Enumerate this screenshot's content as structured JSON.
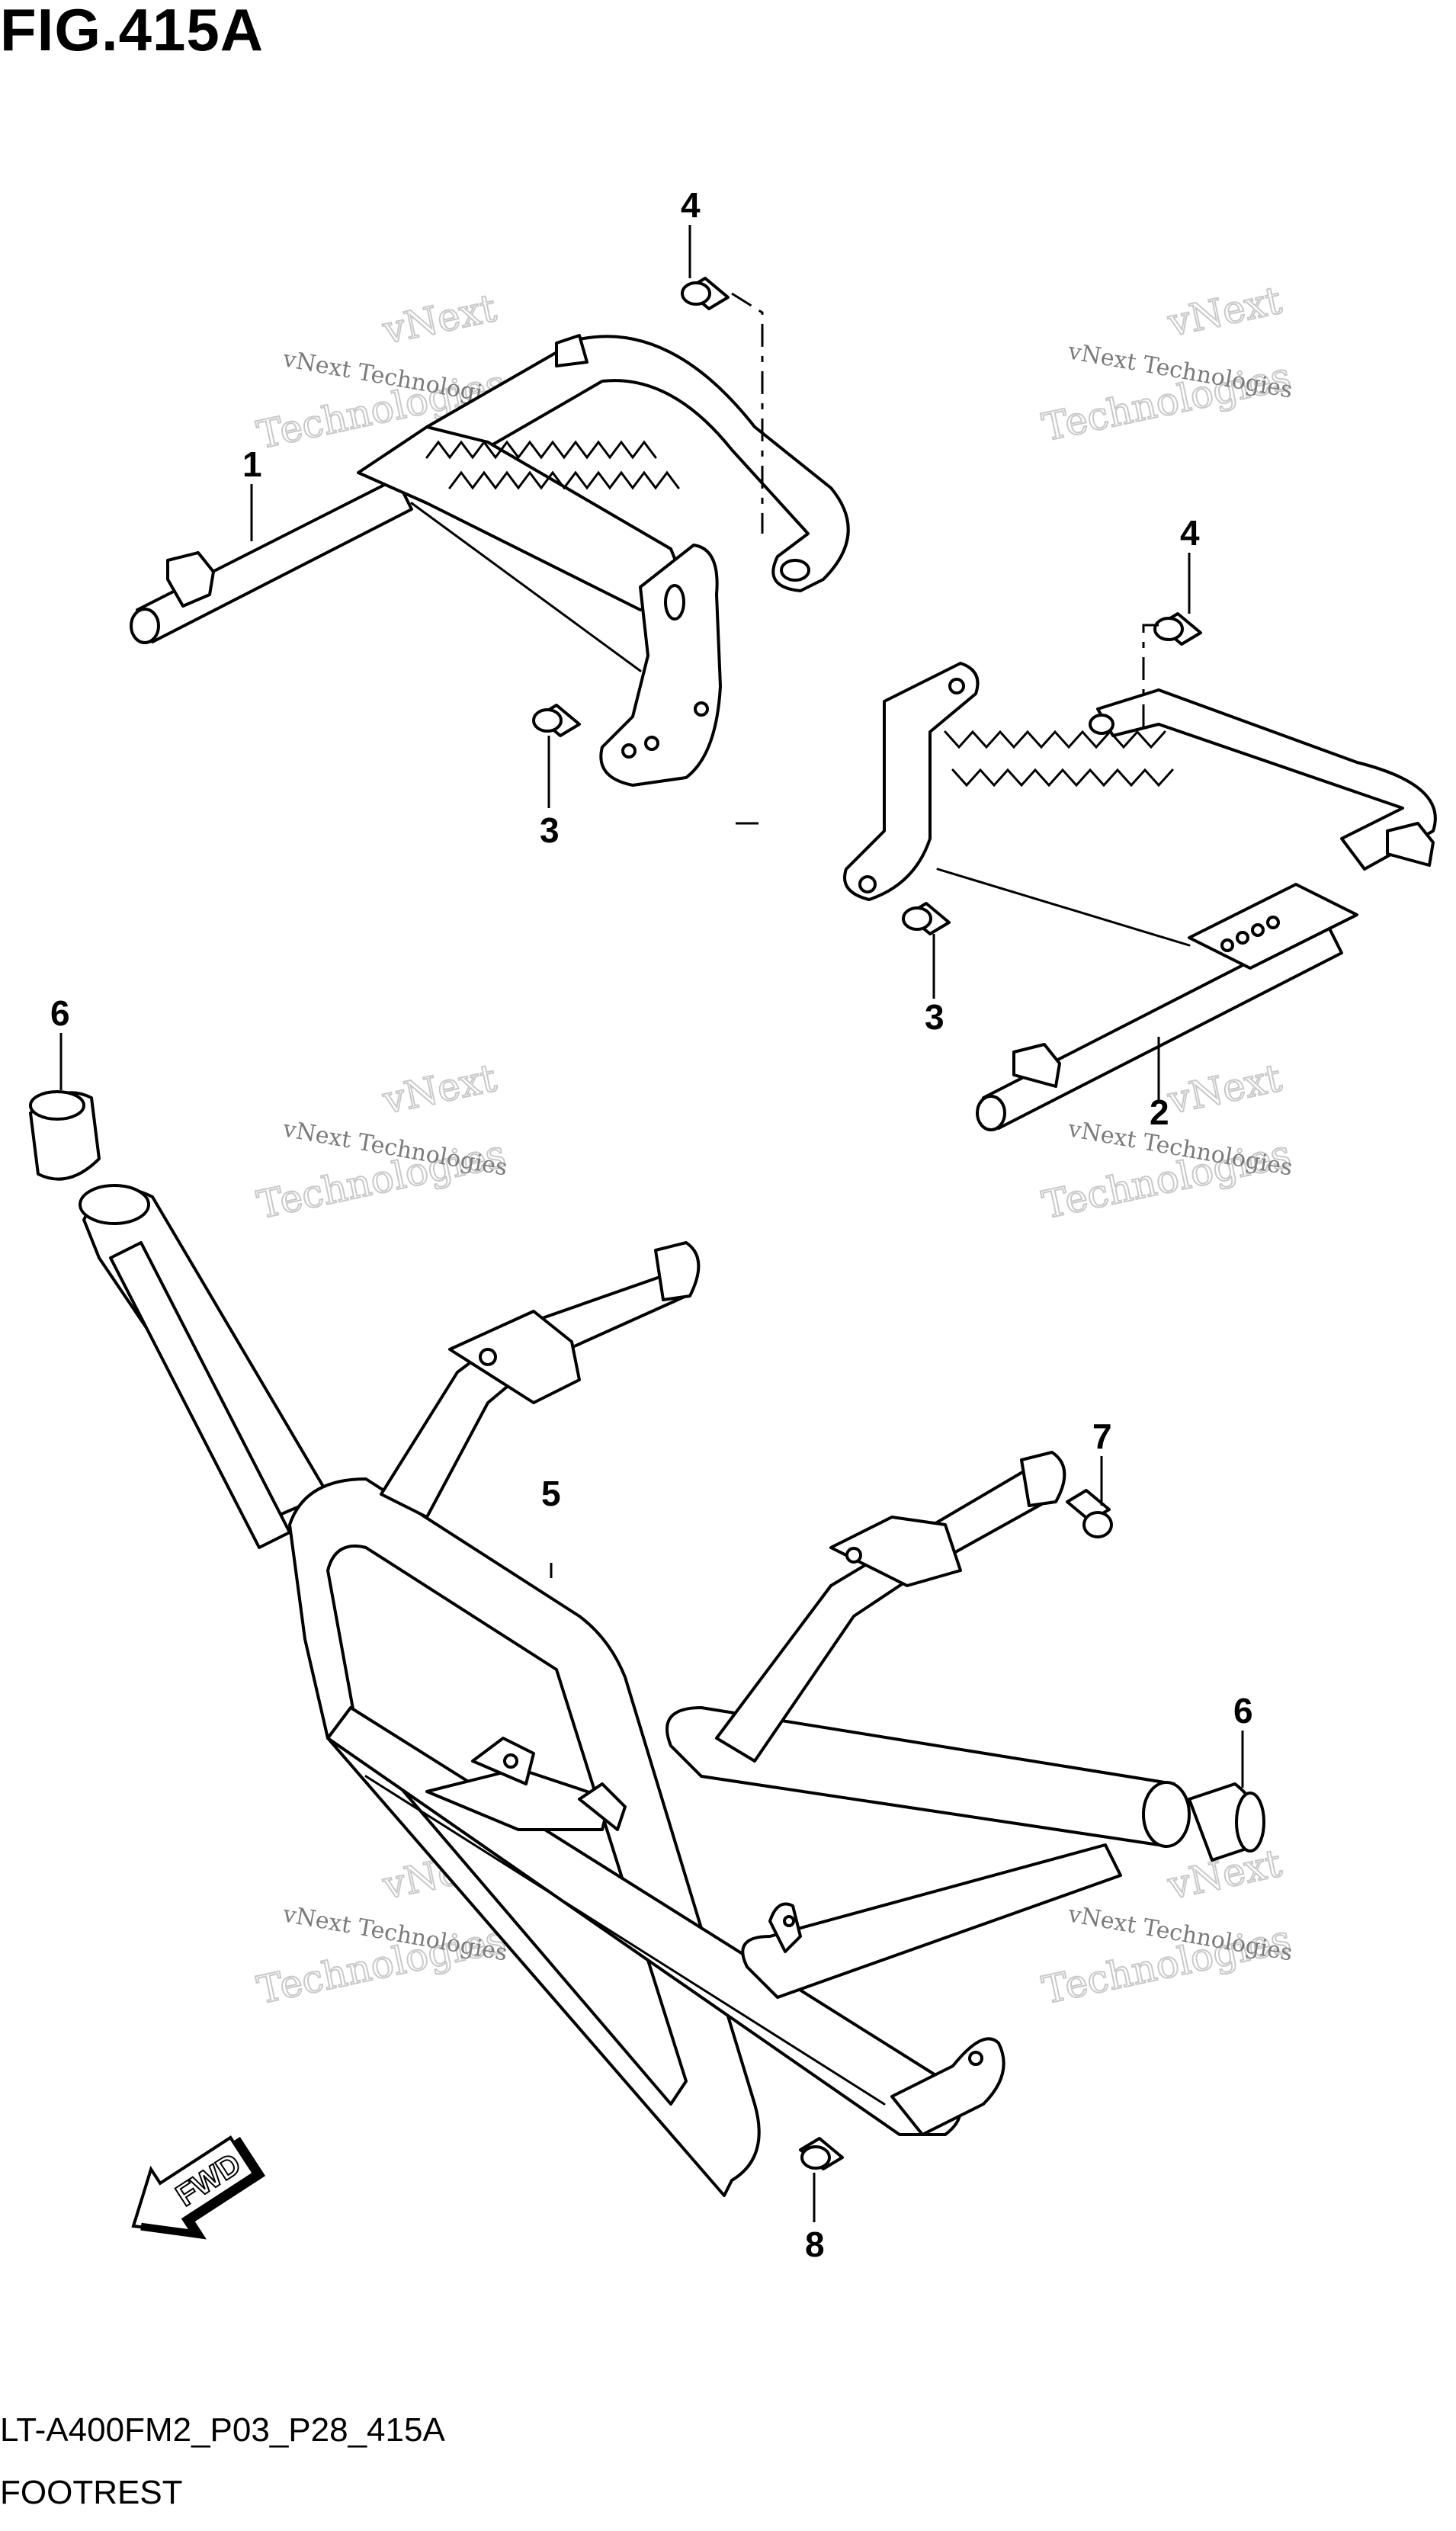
{
  "figure": {
    "title": "FIG.415A",
    "model_code": "LT-A400FM2_P03_P28_415A",
    "section_name": "FOOTREST"
  },
  "callouts": [
    {
      "id": "c1",
      "label": "1"
    },
    {
      "id": "c2",
      "label": "2"
    },
    {
      "id": "c3a",
      "label": "3"
    },
    {
      "id": "c3b",
      "label": "3"
    },
    {
      "id": "c4a",
      "label": "4"
    },
    {
      "id": "c4b",
      "label": "4"
    },
    {
      "id": "c5",
      "label": "5"
    },
    {
      "id": "c6a",
      "label": "6"
    },
    {
      "id": "c6b",
      "label": "6"
    },
    {
      "id": "c7",
      "label": "7"
    },
    {
      "id": "c8",
      "label": "8"
    }
  ],
  "watermark": {
    "line1": "vNext Technologies",
    "line2": "vNext",
    "line3": "Technologies"
  },
  "direction_badge": {
    "label": "FWD",
    "icon": "forward-arrow-icon"
  }
}
